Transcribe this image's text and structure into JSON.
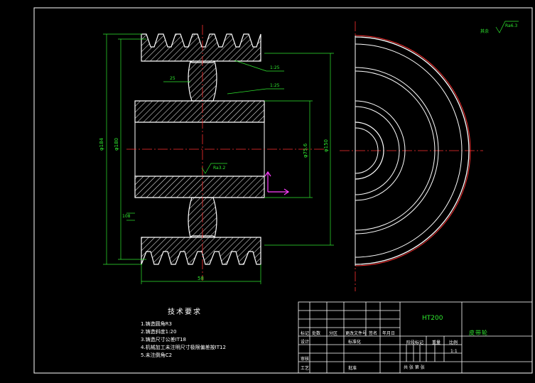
{
  "drawing": {
    "dimensions": {
      "d_outer": "φ184",
      "d_root": "φ180",
      "d_hub": "φ150",
      "d_bore": "φ75.6",
      "width": "58",
      "groove_width": "25",
      "hub_offset": "108",
      "slope_1": "1:25",
      "slope_2": "1:25"
    },
    "roughness": "Ra3.2",
    "general_roughness_label": "其余",
    "general_roughness": "Ra6.3"
  },
  "technical_requirements": {
    "title": "技术要求",
    "items": [
      "1.铸造圆角R3",
      "2.铸造斜度1:20",
      "3.铸造尺寸公差IT18",
      "4.机械加工未注明尺寸极限偏差按IT12",
      "5.未注倒角C2"
    ]
  },
  "title_block": {
    "material": "HT200",
    "part_name": "皮带轮",
    "scale": "1:1",
    "header_row": [
      "标记",
      "处数",
      "分区",
      "更改文件号",
      "签名",
      "年月日"
    ],
    "designer_label": "设计",
    "standard_label": "标准化",
    "stage_label": "阶段标记",
    "weight_label": "重量",
    "scale_label": "比例",
    "review_label": "审核",
    "process_label": "工艺",
    "approve_label": "批准",
    "sheets_label": "共 张 第 张"
  }
}
